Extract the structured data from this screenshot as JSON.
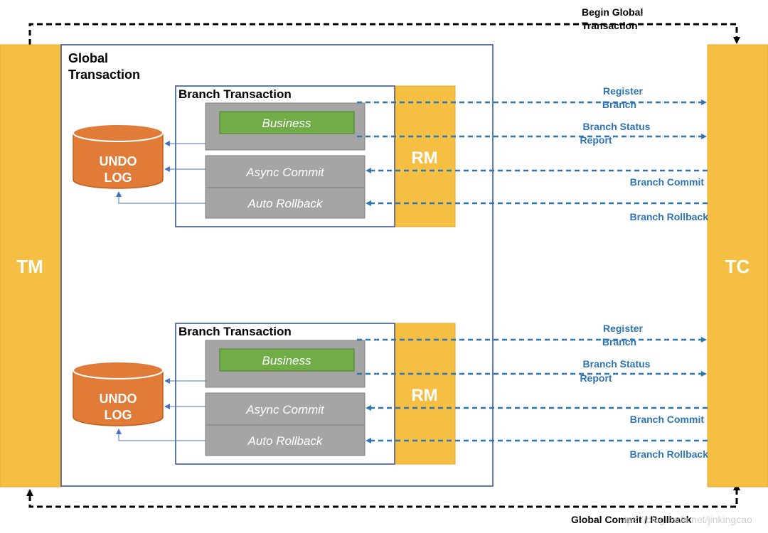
{
  "tm": {
    "label": "TM"
  },
  "tc": {
    "label": "TC"
  },
  "global_transaction": {
    "line1": "Global",
    "line2": "Transaction"
  },
  "begin_global": {
    "line1": "Begin Global",
    "line2": "Transaction"
  },
  "global_commit": {
    "label": "Global Commit / Rollback"
  },
  "watermark": {
    "text": "tps://blog.csdn.net/jinkingcao"
  },
  "branches": [
    {
      "title": "Branch Transaction",
      "rm": "RM",
      "business": "Business",
      "async_commit": "Async Commit",
      "auto_rollback": "Auto Rollback",
      "undo_line1": "UNDO",
      "undo_line2": "LOG",
      "arrows": {
        "register_1": "Register",
        "register_2": "Branch",
        "status_1": "Branch Status",
        "status_2": "Report",
        "commit": "Branch Commit",
        "rollback": "Branch Rollback"
      }
    },
    {
      "title": "Branch Transaction",
      "rm": "RM",
      "business": "Business",
      "async_commit": "Async Commit",
      "auto_rollback": "Auto Rollback",
      "undo_line1": "UNDO",
      "undo_line2": "LOG",
      "arrows": {
        "register_1": "Register",
        "register_2": "Branch",
        "status_1": "Branch Status",
        "status_2": "Report",
        "commit": "Branch Commit",
        "rollback": "Branch Rollback"
      }
    }
  ],
  "colors": {
    "yellow": "#f4bf42",
    "yellow_border": "#e2a82c",
    "orange": "#e07c38",
    "green": "#70ad47",
    "gray": "#a5a5a5",
    "blue_line": "#4472c4",
    "blue_text": "#2e75b6",
    "frame": "#2f4f8f"
  }
}
